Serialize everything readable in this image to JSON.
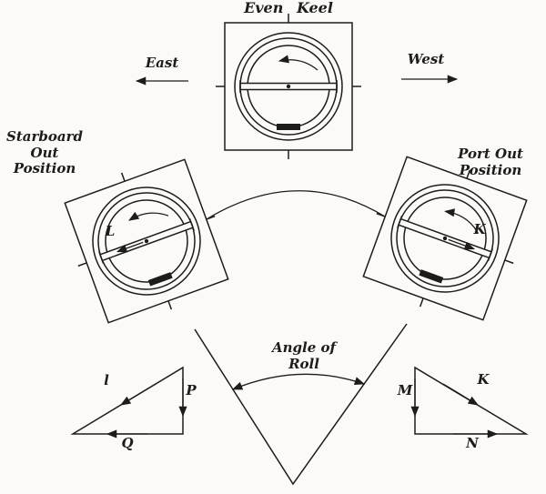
{
  "devices": {
    "top_label": "Even Keel",
    "left_label": "Starboard\nOut\nPosition",
    "right_label": "Port Out\nPosition",
    "left_letter": "L",
    "right_letter": "K"
  },
  "directions": {
    "east": "East",
    "west": "West"
  },
  "angle": {
    "label": "Angle of\nRoll"
  },
  "left_triangle": {
    "hypotenuse": "l",
    "vertical": "P",
    "horizontal": "Q"
  },
  "right_triangle": {
    "vertical": "M",
    "hypotenuse": "K",
    "horizontal": "N"
  }
}
